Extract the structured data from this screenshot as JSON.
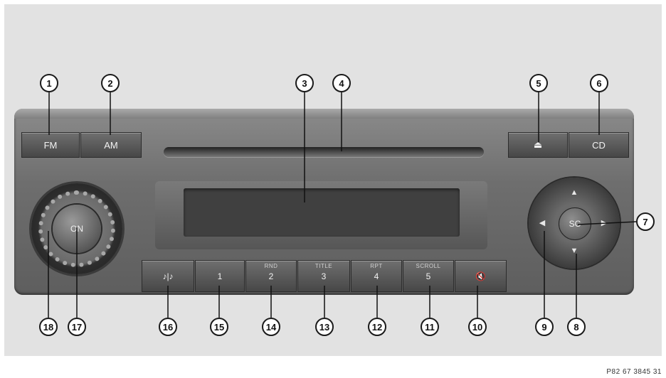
{
  "buttons": {
    "fm": "FM",
    "am": "AM",
    "eject": "⏏",
    "cd": "CD",
    "on": "ON",
    "sc": "SC",
    "notes": "♪|♪",
    "preset1": "1",
    "preset2": "2",
    "preset2_sub": "RND",
    "preset3": "3",
    "preset3_sub": "TITLE",
    "preset4": "4",
    "preset4_sub": "RPT",
    "preset5": "5",
    "preset5_sub": "SCROLL",
    "mute": "🔇"
  },
  "dpad": {
    "up": "▲",
    "down": "▼",
    "left": "◀",
    "right": "▶"
  },
  "callouts": [
    "1",
    "2",
    "3",
    "4",
    "5",
    "6",
    "7",
    "8",
    "9",
    "10",
    "11",
    "12",
    "13",
    "14",
    "15",
    "16",
    "17",
    "18"
  ],
  "figure_code": "P82 67 3845 31"
}
